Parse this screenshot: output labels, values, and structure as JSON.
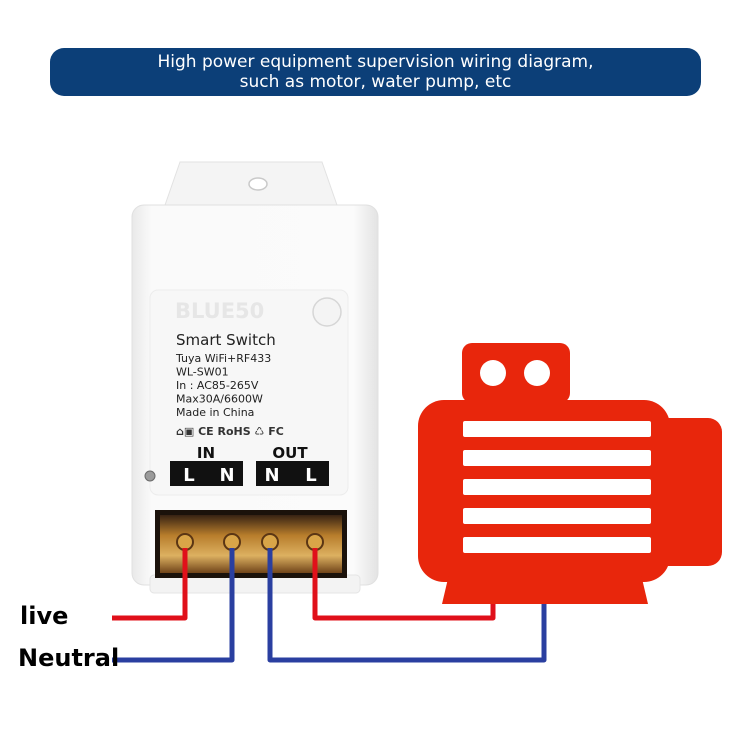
{
  "banner": {
    "line1": "High power equipment supervision wiring diagram,",
    "line2": "such as motor, water pump, etc"
  },
  "device": {
    "brand": "BLUE50",
    "name": "Smart Switch",
    "spec_lines": [
      "Tuya WiFi+RF433",
      "WL-SW01",
      "In : AC85-265V",
      "Max30A/6600W",
      "Made in China"
    ],
    "cert_marks": "⌂▣ CE RoHS ♺ FC",
    "in_label": "IN",
    "out_label": "OUT",
    "in_terminals": [
      "L",
      "N"
    ],
    "out_terminals": [
      "N",
      "L"
    ]
  },
  "wires": {
    "live_label": "live",
    "neutral_label": "Neutral",
    "live_color": "#e0101a",
    "neutral_color": "#2a3fa0"
  },
  "motor": {
    "color": "#e8260c",
    "icon": "motor-icon"
  }
}
